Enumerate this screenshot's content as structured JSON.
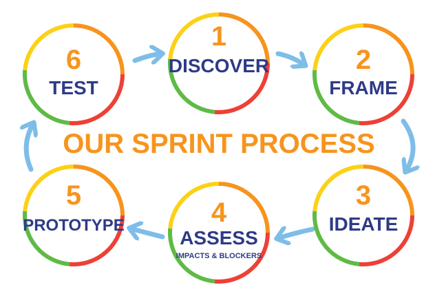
{
  "title": "OUR SPRINT PROCESS",
  "colors": {
    "ring_red": "#ee4036",
    "ring_orange": "#f7941d",
    "ring_yellow": "#fcd116",
    "ring_green": "#5fba46",
    "arrow": "#7ebde8",
    "number": "#f7941d",
    "label": "#2e3a87"
  },
  "steps": [
    {
      "number": "1",
      "label": "DISCOVER",
      "sub": ""
    },
    {
      "number": "2",
      "label": "FRAME",
      "sub": ""
    },
    {
      "number": "3",
      "label": "IDEATE",
      "sub": ""
    },
    {
      "number": "4",
      "label": "ASSESS",
      "sub": "IMPACTS & BLOCKERS"
    },
    {
      "number": "5",
      "label": "PROTOTYPE",
      "sub": ""
    },
    {
      "number": "6",
      "label": "TEST",
      "sub": ""
    }
  ]
}
